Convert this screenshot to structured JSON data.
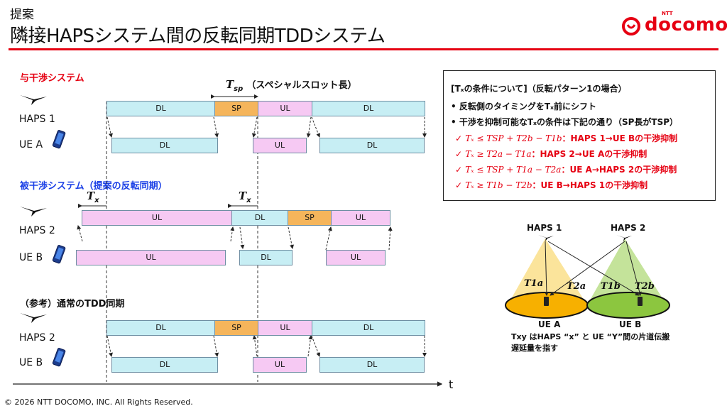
{
  "header": {
    "subtitle": "提案",
    "title": "隣接HAPSシステム間の反転同期TDDシステム",
    "logo_text": "docomo",
    "logo_ntt": "NTT"
  },
  "sections": {
    "interferer": "与干渉システム",
    "victim": "被干渉システム（提案の反転同期）",
    "reference": "（参考）通常のTDD同期"
  },
  "rows": {
    "haps1": "HAPS 1",
    "uea": "UE A",
    "haps2": "HAPS 2",
    "ueb": "UE B",
    "haps2_ref": "HAPS 2",
    "ueb_ref": "UE B"
  },
  "timing": {
    "tsp_symbol": "T",
    "tsp_sub": "sp",
    "tsp_text": "（スペシャルスロット長）",
    "tx_symbol": "T",
    "tx_sub": "x",
    "axis_label": "t"
  },
  "bars": {
    "dl": "DL",
    "ul": "UL",
    "sp": "SP"
  },
  "conditions": {
    "heading": "[Tₓの条件について]（反転パターン1の場合）",
    "bullet1": "• 反転側のタイミングをTₓ前にシフト",
    "bullet2": "• 干渉を抑制可能なTₓの条件は下記の通り（SP長がTSP）",
    "items": [
      {
        "formula": "Tₓ ≤ TSP + T2b − T1b",
        "desc": "：HAPS 1→UE Bの干渉抑制"
      },
      {
        "formula": "Tₓ ≥ T2a − T1a",
        "desc": "：HAPS 2→UE Aの干渉抑制"
      },
      {
        "formula": "Tₓ ≤ TSP + T1a − T2a",
        "desc": "：UE A→HAPS 2の干渉抑制"
      },
      {
        "formula": "Tₓ ≥ T1b − T2b",
        "desc": "：UE B→HAPS 1の干渉抑制"
      }
    ]
  },
  "geometry_diagram": {
    "haps1": "HAPS 1",
    "haps2": "HAPS 2",
    "t1a": "T1a",
    "t2a": "T2a",
    "t1b": "T1b",
    "t2b": "T2b",
    "uea": "UE A",
    "ueb": "UE B",
    "caption1": "Txy はHAPS “x” と UE “Y”間の片道伝搬",
    "caption2": "遅延量を指す"
  },
  "footer": {
    "copyright": "© 2026 NTT DOCOMO, INC. All Rights Reserved."
  },
  "colors": {
    "accent_red": "#e60012",
    "blue": "#1a3fe6",
    "dl": "#c7eef4",
    "ul": "#f6c9f3",
    "sp": "#f5b55b",
    "cone_yellow": "#fbe49b",
    "cone_green": "#c4e39a",
    "ellipse_orange": "#f7b000",
    "ellipse_green": "#8cc63f"
  }
}
